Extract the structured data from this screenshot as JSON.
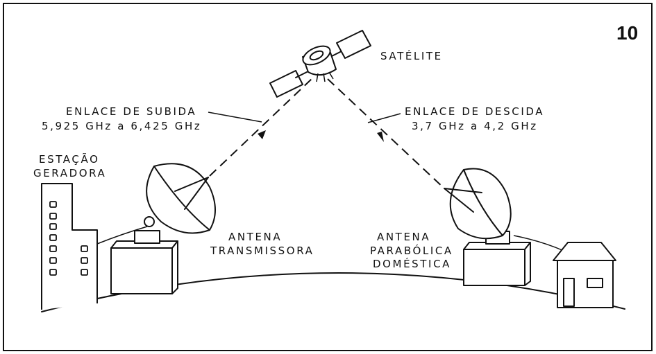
{
  "figure": {
    "number": "10"
  },
  "labels": {
    "satellite": "SATÉLITE",
    "uplink_title": "ENLACE DE SUBIDA",
    "uplink_freq": "5,925 GHz a 6,425 GHz",
    "downlink_title": "ENLACE DE DESCIDA",
    "downlink_freq": "3,7 GHz a 4,2 GHz",
    "station_line1": "ESTAÇÃO",
    "station_line2": "GERADORA",
    "tx_antenna_line1": "ANTENA",
    "tx_antenna_line2": "TRANSMISSORA",
    "home_antenna_line1": "ANTENA",
    "home_antenna_line2": "PARABÓLICA",
    "home_antenna_line3": "DOMÉSTICA"
  },
  "colors": {
    "ink": "#111111",
    "paper": "#ffffff"
  }
}
